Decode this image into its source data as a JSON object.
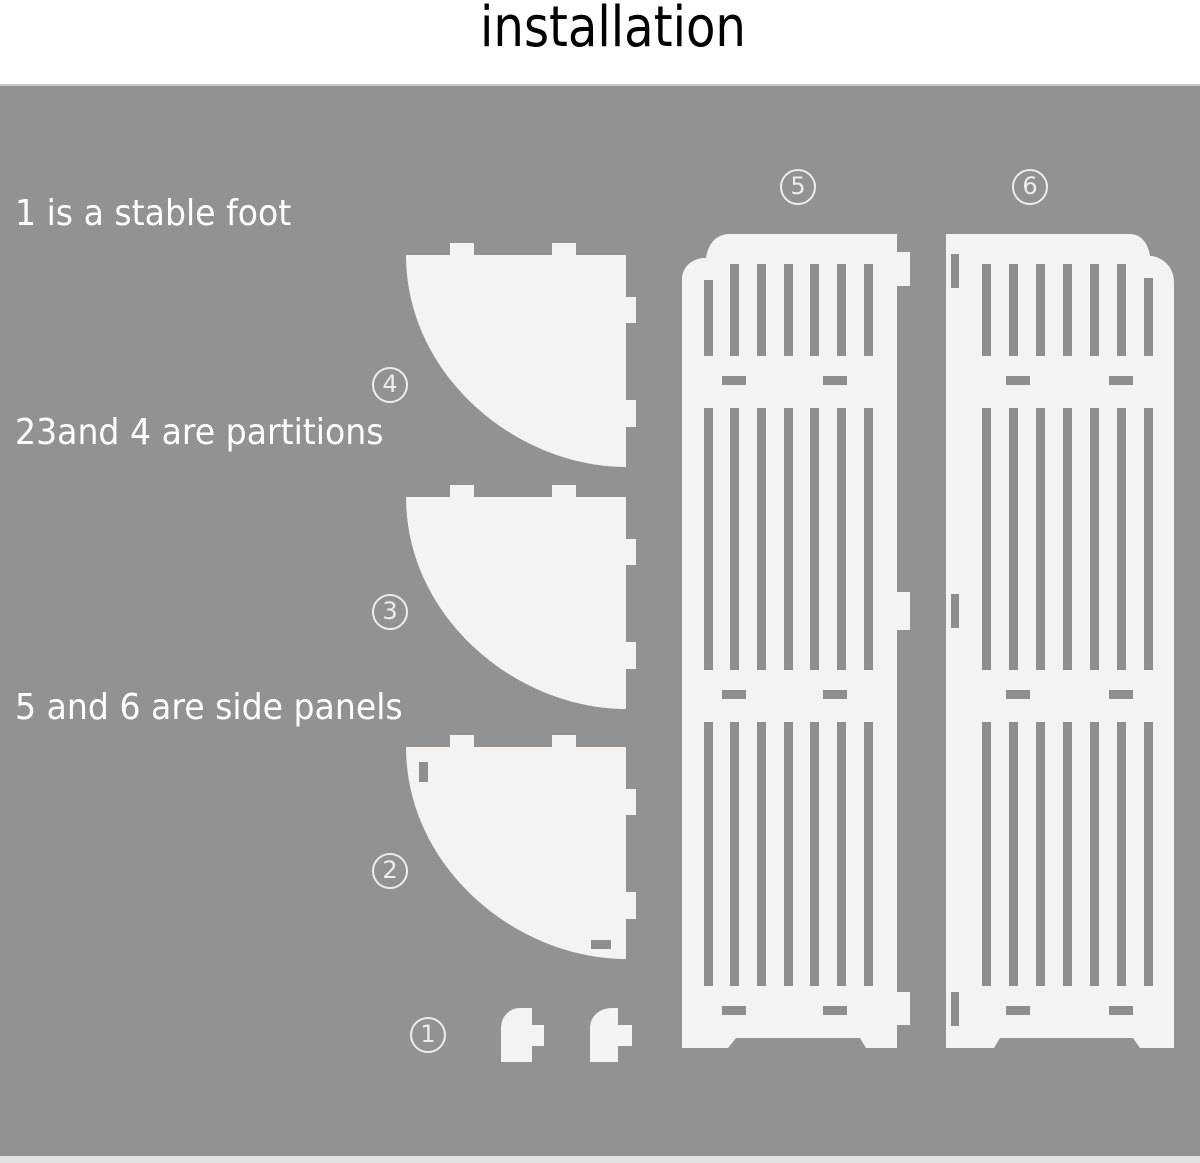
{
  "title": "installation",
  "legend": {
    "foot": "1 is a stable foot",
    "partitions": "23and 4 are partitions",
    "side_panels": "5 and 6 are side panels"
  },
  "parts": [
    {
      "number": "1",
      "name": "stable foot",
      "count_shown": 2
    },
    {
      "number": "2",
      "name": "partition (bottom)"
    },
    {
      "number": "3",
      "name": "partition (middle)"
    },
    {
      "number": "4",
      "name": "partition (top)"
    },
    {
      "number": "5",
      "name": "side panel (left)"
    },
    {
      "number": "6",
      "name": "side panel (right)"
    }
  ],
  "colors": {
    "background": "#929292",
    "part_fill": "#f5f3f1",
    "text": "#ffffff",
    "title": "#000000"
  }
}
